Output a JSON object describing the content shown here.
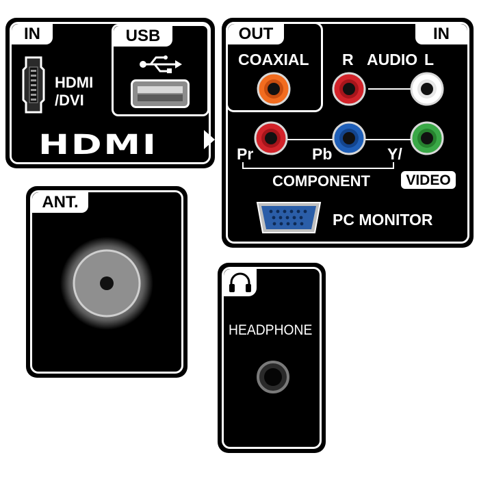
{
  "hdmi_panel": {
    "in_label": "IN",
    "usb_label": "USB",
    "hdmi_dvi_line1": "HDMI",
    "hdmi_dvi_line2": "/DVI",
    "hdmi_logo": "HDMI"
  },
  "av_panel": {
    "out_label": "OUT",
    "in_label": "IN",
    "coaxial_label": "COAXIAL",
    "audio_r_label": "R",
    "audio_label": "AUDIO",
    "audio_l_label": "L",
    "pr_label": "Pr",
    "pb_label": "Pb",
    "y_label": "Y/",
    "component_label": "COMPONENT",
    "video_label": "VIDEO",
    "pc_monitor_label": "PC MONITOR"
  },
  "ant_panel": {
    "ant_label": "ANT."
  },
  "headphone_panel": {
    "headphone_label": "HEADPHONE",
    "icon": "headphones-icon"
  },
  "colors": {
    "coaxial": "#f26c1f",
    "audio_r": "#d2232a",
    "audio_l": "#ffffff",
    "pr": "#d2232a",
    "pb": "#1f5fb8",
    "y_video": "#3aa847",
    "vga": "#2b5ea8"
  }
}
